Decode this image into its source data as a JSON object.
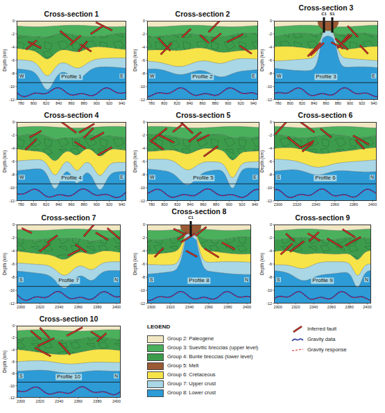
{
  "diagram": {
    "nodes": [
      {
        "text": [
          "Cross-section 1",
          "Profile 1"
        ]
      },
      {
        "text": [
          "Cross-section 2",
          "Profile 2"
        ]
      },
      {
        "text": [
          "Cross-section 3",
          "Profile 3"
        ]
      },
      {
        "text": [
          "Cross-section 4",
          "Profile 4"
        ]
      },
      {
        "text": [
          "Cross-section 5",
          "Profile 5"
        ]
      },
      {
        "text": [
          "Cross-section 6",
          "Profile 6"
        ]
      },
      {
        "text": [
          "Cross-section 7",
          "Profile 7"
        ]
      },
      {
        "text": [
          "Cross-section 8",
          "Profile 8"
        ]
      },
      {
        "text": [
          "Cross-section 9",
          "Profile 9"
        ]
      },
      {
        "text": [
          "Cross-section 10",
          "Profile 10"
        ]
      }
    ],
    "labels": [
      "LEGEND",
      "W",
      "E",
      "Depth (km)",
      "0",
      "-2",
      "-4",
      "-6",
      "-8",
      "-10",
      "-12",
      "780",
      "800",
      "820",
      "840",
      "860",
      "880",
      "900",
      "920",
      "940",
      "W",
      "E",
      "Depth (km)",
      "0",
      "-2",
      "-4",
      "-6",
      "-8",
      "-10",
      "-12",
      "780",
      "800",
      "820",
      "840",
      "860",
      "880",
      "900",
      "920",
      "940",
      "W",
      "E",
      "Depth (km)",
      "0",
      "-2",
      "-4",
      "-6",
      "-8",
      "-10",
      "-12",
      "780",
      "800",
      "820",
      "840",
      "860",
      "880",
      "900",
      "920",
      "940",
      "C1",
      "S1",
      "W",
      "E",
      "Depth (km)",
      "0",
      "-2",
      "-4",
      "-6",
      "-8",
      "-10",
      "-12",
      "780",
      "800",
      "820",
      "840",
      "860",
      "880",
      "900",
      "920",
      "940",
      "W",
      "E",
      "Depth (km)",
      "0",
      "-2",
      "-4",
      "-6",
      "-8",
      "-10",
      "-12",
      "780",
      "800",
      "820",
      "840",
      "860",
      "880",
      "900",
      "920",
      "940",
      "S",
      "N",
      "Depth (km)",
      "0",
      "-2",
      "-4",
      "-6",
      "-8",
      "-10",
      "-12",
      "2300",
      "2320",
      "2340",
      "2360",
      "2380",
      "2400",
      "S",
      "N",
      "Depth (km)",
      "0",
      "-2",
      "-4",
      "-6",
      "-8",
      "-10",
      "-12",
      "2300",
      "2320",
      "2340",
      "2360",
      "2380",
      "2400",
      "S",
      "N",
      "Depth (km)",
      "0",
      "-2",
      "-4",
      "-6",
      "-8",
      "-10",
      "-12",
      "2300",
      "2320",
      "2340",
      "2360",
      "2380",
      "2400",
      "C1",
      "S",
      "N",
      "Depth (km)",
      "0",
      "-2",
      "-4",
      "-6",
      "-8",
      "-10",
      "-12",
      "2300",
      "2320",
      "2340",
      "2360",
      "2380",
      "2400",
      "S",
      "N",
      "Depth (km)",
      "0",
      "-2",
      "-4",
      "-6",
      "-8",
      "-10",
      "-12",
      "2300",
      "2320",
      "2340",
      "2360",
      "2380",
      "2400"
    ],
    "legend": [
      {
        "text": "Group 2: Paleogene",
        "color": "#f1e8c3"
      },
      {
        "text": "Group 3: Suevitic breccias (upper level)",
        "color": "#4bb05c"
      },
      {
        "text": "Group 4: Bunte breccias (lower level)",
        "color": "#3c9c4c"
      },
      {
        "text": "Group 5: Melt",
        "color": "#9b5a35"
      },
      {
        "text": "Group 6: Cretaceous",
        "color": "#f7e449"
      },
      {
        "text": "Group 7: Upper crust",
        "color": "#a9d7e6"
      },
      {
        "text": "Group 8: Lower crust",
        "color": "#2d9bd6"
      },
      {
        "text": "Inferred fault"
      },
      {
        "text": "Gravity data"
      },
      {
        "text": "Gravity response"
      }
    ]
  }
}
